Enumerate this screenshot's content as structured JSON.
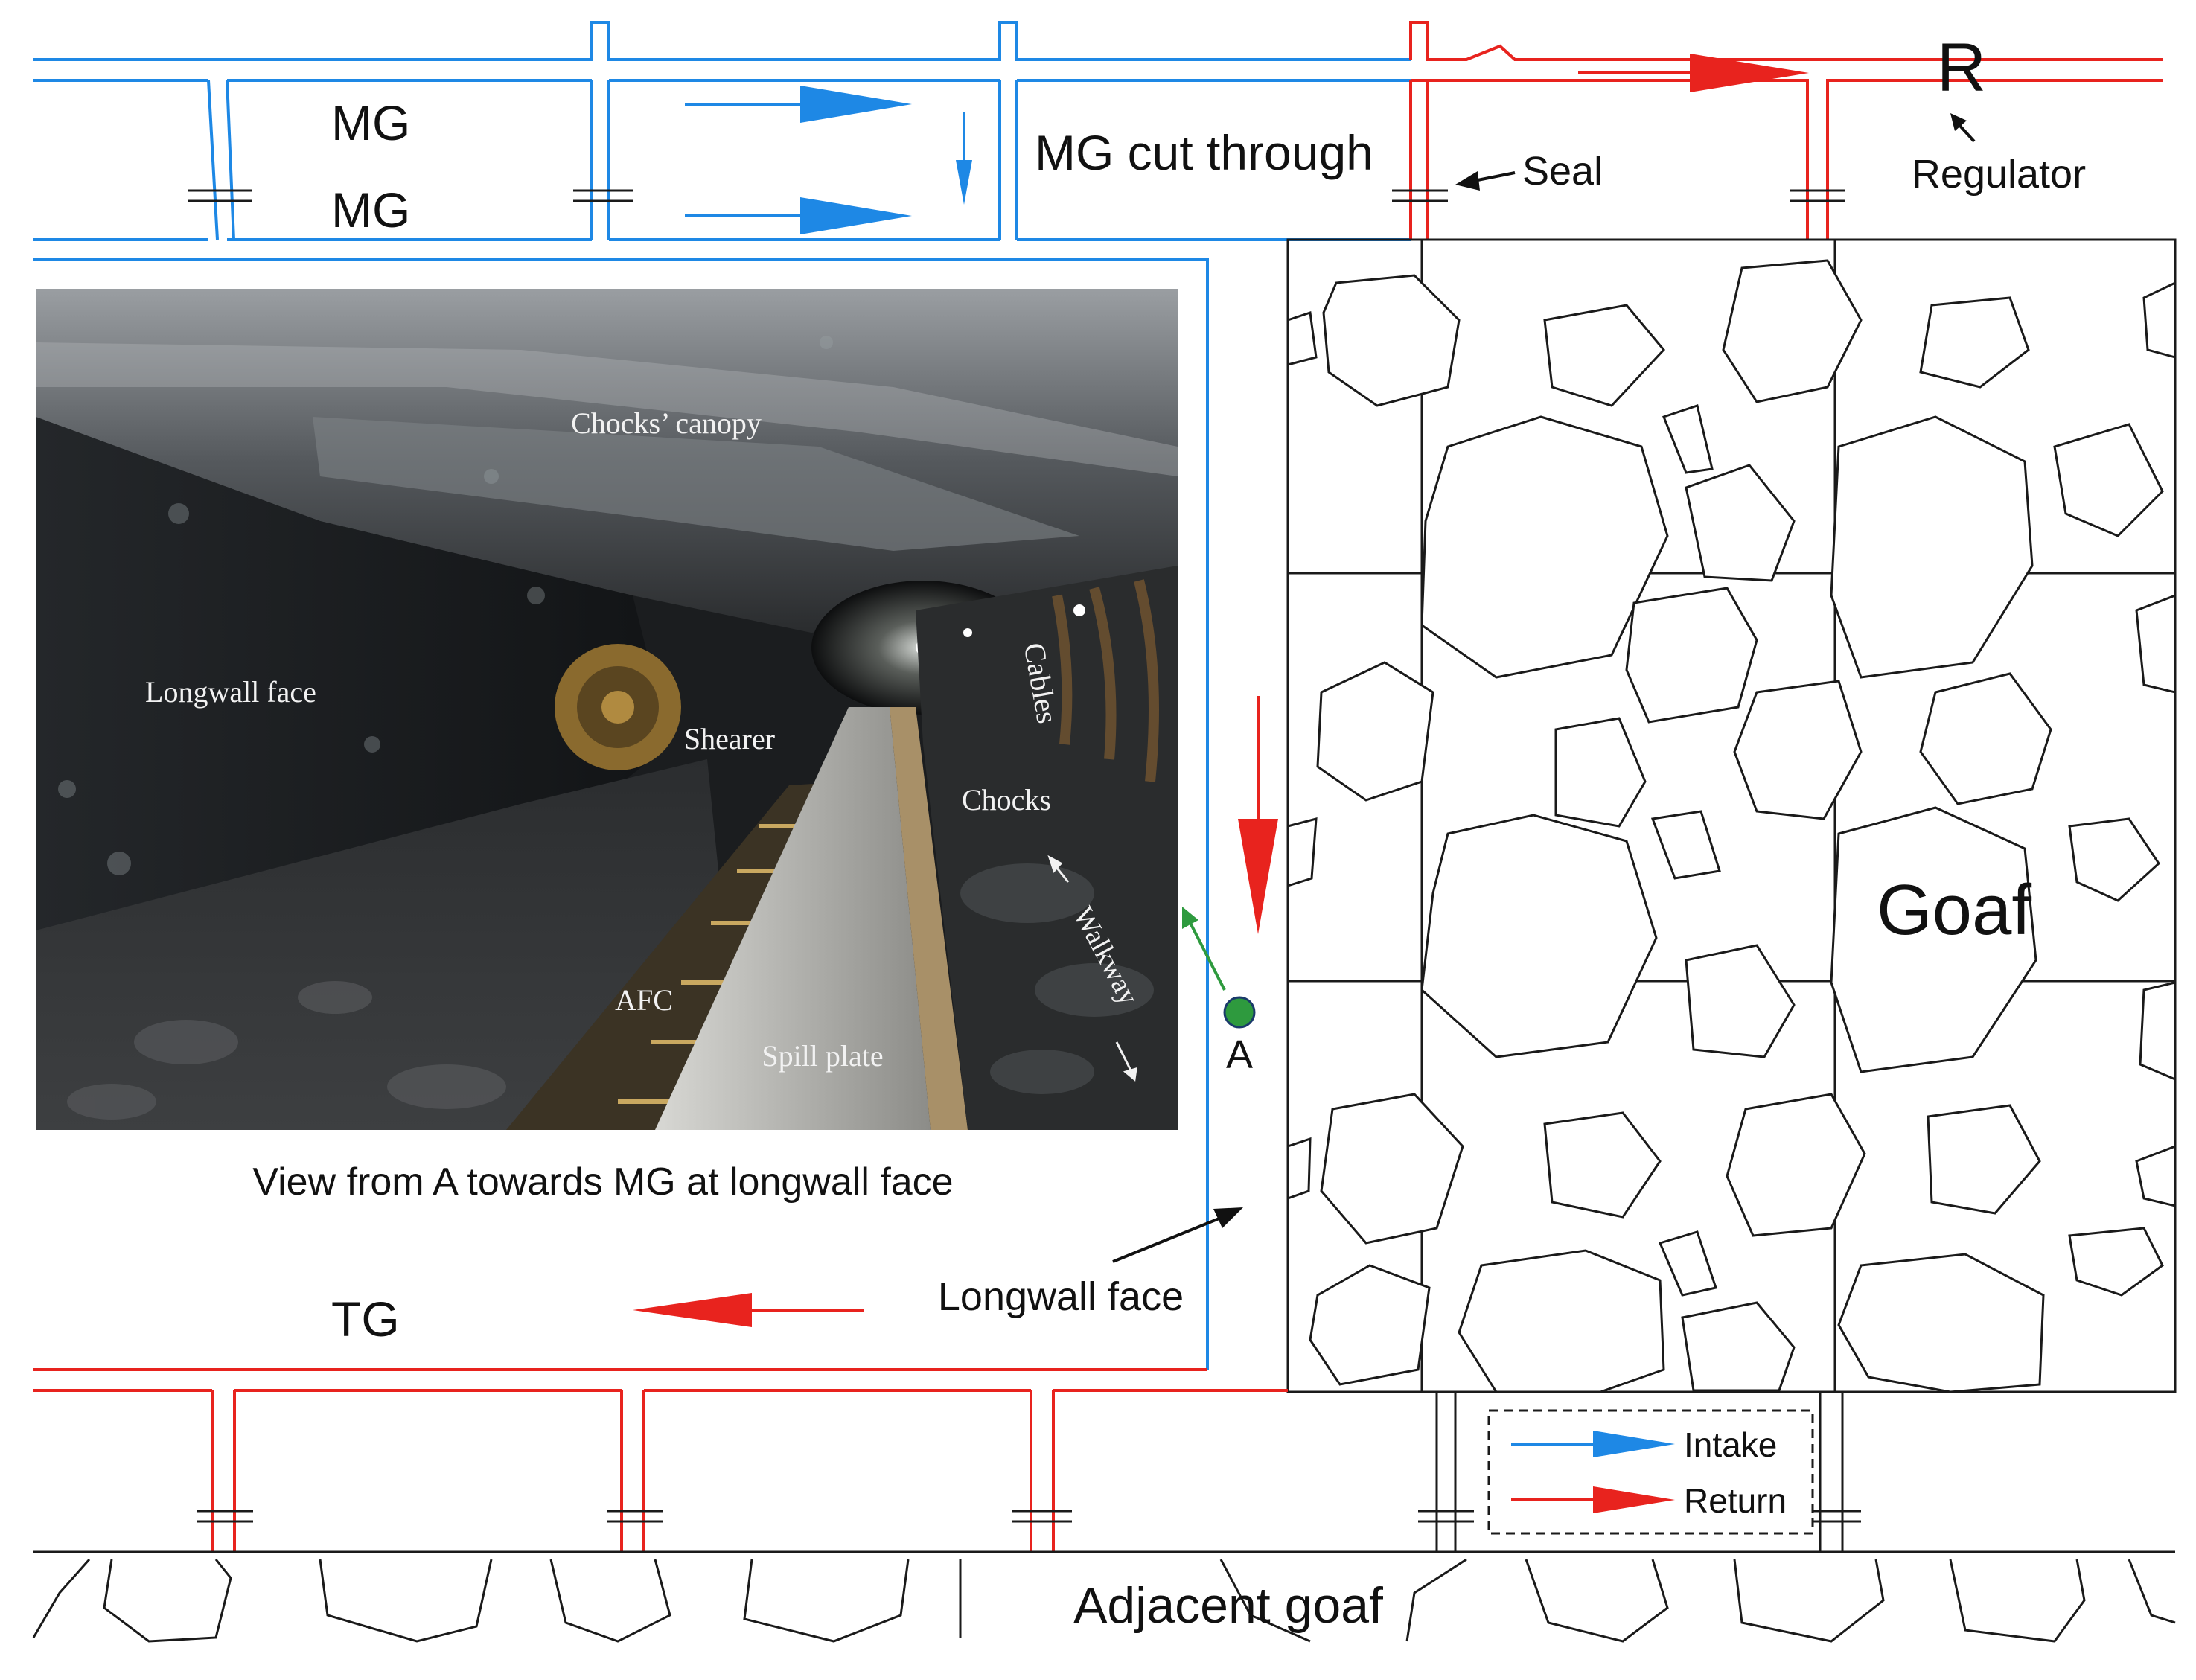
{
  "labels": {
    "mg_top": "MG",
    "mg_bottom": "MG",
    "mg_cut_through": "MG cut through",
    "seal": "Seal",
    "regulator_symbol": "R",
    "regulator": "Regulator",
    "goaf": "Goaf",
    "tg": "TG",
    "longwall_face": "Longwall face",
    "adjacent_goaf": "Adjacent goaf",
    "point_a": "A",
    "photo_caption": "View from A towards MG at longwall face"
  },
  "photo_labels": {
    "chocks_canopy": "Chocks’ canopy",
    "longwall_face": "Longwall face",
    "shearer": "Shearer",
    "cables": "Cables",
    "chocks": "Chocks",
    "walkway": "Walkway",
    "afc": "AFC",
    "spill_plate": "Spill plate"
  },
  "legend": {
    "intake": "Intake",
    "return": "Return"
  },
  "colors": {
    "intake": "#1e88e5",
    "return": "#e8231e",
    "point_a": "#2e9a3e",
    "outline": "#1a1a1a"
  }
}
